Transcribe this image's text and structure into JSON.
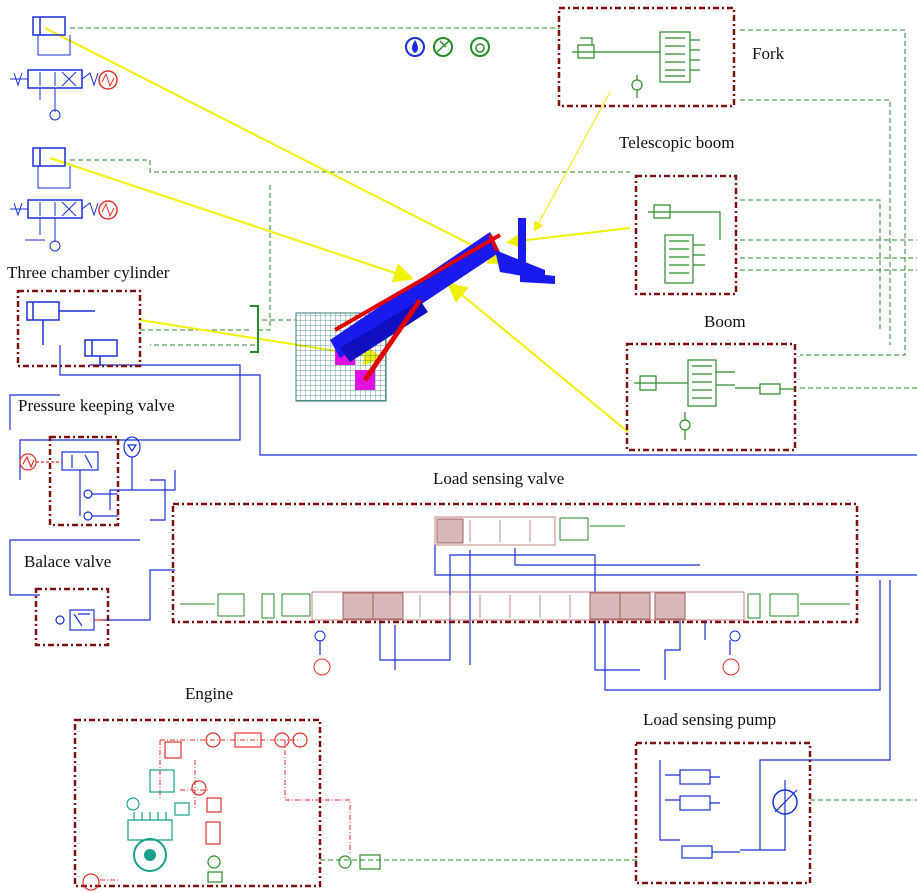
{
  "labels": {
    "fork": "Fork",
    "telescopic_boom": "Telescopic boom",
    "three_chamber_cylinder": "Three chamber cylinder",
    "boom": "Boom",
    "pressure_keeping_valve": "Pressure keeping valve",
    "load_sensing_valve": "Load sensing valve",
    "balace_valve": "Balace valve",
    "engine": "Engine",
    "load_sensing_pump": "Load sensing pump"
  },
  "colors": {
    "hydraulic_line": "#1a2fd6",
    "control_line": "#2a8a2a",
    "signal_line": "#e03030",
    "group_border": "#7a1010",
    "pointer_arrow": "#f0f000",
    "boom_blue": "#1010e0",
    "boom_red": "#e00000",
    "mesh": "#3a7a7a",
    "engine_teal": "#1aa08a"
  },
  "icons": [
    "water-drop-icon",
    "hydraulic-icon",
    "environment-icon"
  ]
}
